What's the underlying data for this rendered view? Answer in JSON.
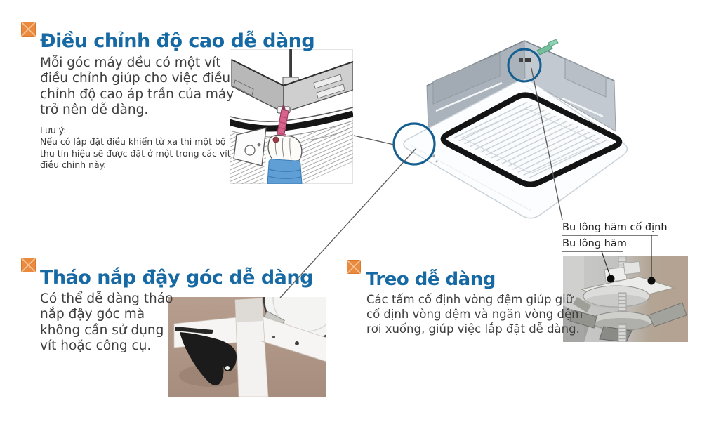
{
  "colors": {
    "accent_blue": "#1769a3",
    "accent_orange": "#e98a3f",
    "callout_circle_blue": "#155e90",
    "body_text": "#3e3e3e",
    "photo_tan_background": "#ac9283"
  },
  "icons": {
    "bullet": "diamond-bullet-icon"
  },
  "sections": {
    "height_adjust": {
      "title": "Điều chỉnh độ cao dễ dàng",
      "body": "Mỗi góc máy đều có một vít\nđiều chỉnh giúp cho việc điều\nchỉnh độ cao áp trần của máy\ntrở nên dễ dàng.",
      "note": "Lưu ý:\nNếu có lắp đặt điều khiển từ xa thì một bộ\nthu tín hiệu sẽ được đặt ở một trong các vít\nđiều chỉnh này."
    },
    "corner_cap": {
      "title": "Tháo nắp đậy góc dễ dàng",
      "body": "Có thể dễ dàng tháo\nnắp đậy góc mà\nkhông cần sử dụng\nvít hoặc công cụ."
    },
    "hanging": {
      "title": "Treo dễ dàng",
      "body": "Các tấm cố định vòng đệm giúp giữ\ncố định vòng đệm và ngăn vòng đệm\nrơi xuống, giúp việc lắp đặt dễ dàng."
    }
  },
  "labels": {
    "fixed_washer_bolt": "Bu lông hãm cố định",
    "washer_bolt": "Bu lông hãm"
  }
}
